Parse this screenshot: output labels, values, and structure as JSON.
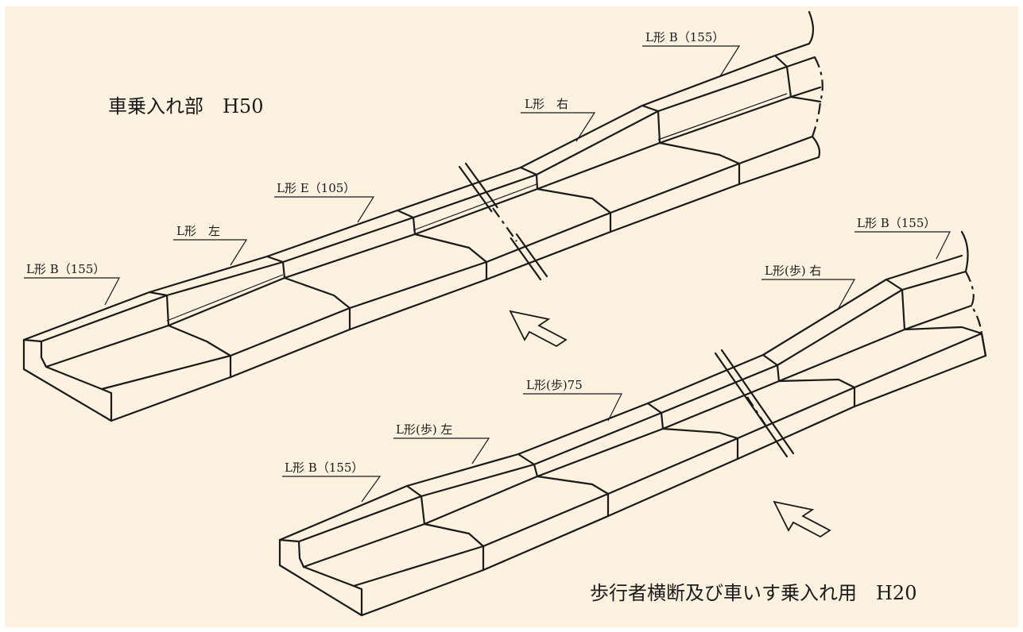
{
  "titles": {
    "top": "車乗入れ部　H50",
    "bottom": "歩行者横断及び車いす乗入れ用　H20"
  },
  "labels_top": {
    "lb155_left": "L形 B（155）",
    "l_left": "L形　左",
    "le105": "L形 E（105）",
    "l_right": "L形　右",
    "lb155_right": "L形 B（155）"
  },
  "labels_bottom": {
    "lb155_left": "L形 B（155）",
    "lwalk_left": "L形(歩) 左",
    "lwalk75": "L形(歩)75",
    "lwalk_right": "L形(歩) 右",
    "lb155_right": "L形 B（155）"
  },
  "colors": {
    "background": "#fdf1df",
    "line": "#1a1a1a"
  }
}
